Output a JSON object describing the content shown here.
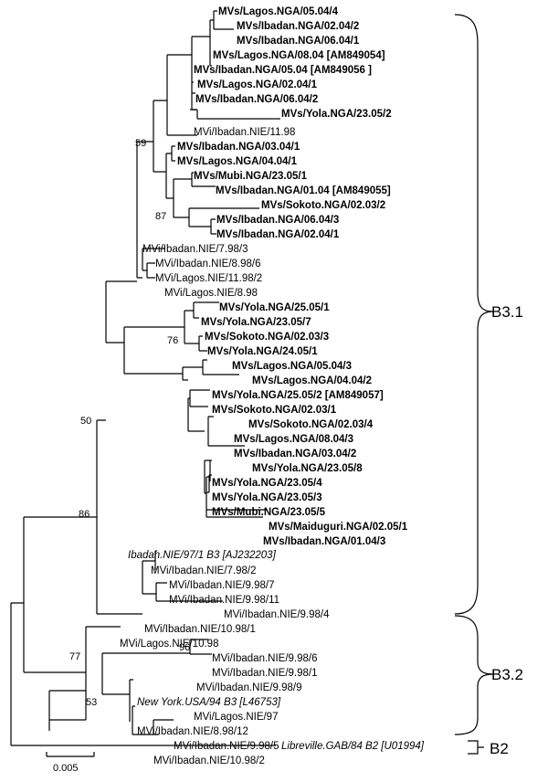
{
  "taxa": [
    {
      "label": "MVs/Lagos.NGA/05.04/4",
      "style": "bold"
    },
    {
      "label": "MVs/Ibadan.NGA/02.04/2",
      "style": "bold"
    },
    {
      "label": "MVs/Ibadan.NGA/06.04/1",
      "style": "bold"
    },
    {
      "label": "MVs/Lagos.NGA/08.04 [AM849054]",
      "style": "bold"
    },
    {
      "label": "MVs/Ibadan.NGA/05.04 [AM849056 ]",
      "style": "bold"
    },
    {
      "label": "MVs/Lagos.NGA/02.04/1",
      "style": "bold"
    },
    {
      "label": "MVs/Ibadan.NGA/06.04/2",
      "style": "bold"
    },
    {
      "label": "MVs/Yola.NGA/23.05/2",
      "style": "bold"
    },
    {
      "label": "MVi/Ibadan.NIE/11.98",
      "style": "normal"
    },
    {
      "label": "MVs/Ibadan.NGA/03.04/1",
      "style": "bold"
    },
    {
      "label": "MVs/Lagos.NGA/04.04/1",
      "style": "bold"
    },
    {
      "label": "MVs/Mubi.NGA/23.05/1",
      "style": "bold"
    },
    {
      "label": "MVs/Ibadan.NGA/01.04 [AM849055]",
      "style": "bold"
    },
    {
      "label": "MVs/Sokoto.NGA/02.03/2",
      "style": "bold"
    },
    {
      "label": "MVs/Ibadan.NGA/06.04/3",
      "style": "bold"
    },
    {
      "label": "MVs/Ibadan.NGA/02.04/1",
      "style": "bold"
    },
    {
      "label": "MVi/Ibadan.NIE/7.98/3",
      "style": "normal"
    },
    {
      "label": "MVi/Ibadan.NIE/8.98/6",
      "style": "normal"
    },
    {
      "label": "MVi/Lagos.NIE/11.98/2",
      "style": "normal"
    },
    {
      "label": "MVi/Lagos.NIE/8.98",
      "style": "normal"
    },
    {
      "label": "MVs/Yola.NGA/25.05/1",
      "style": "bold"
    },
    {
      "label": "MVs/Yola.NGA/23.05/7",
      "style": "bold"
    },
    {
      "label": "MVs/Sokoto.NGA/02.03/3",
      "style": "bold"
    },
    {
      "label": "MVs/Yola.NGA/24.05/1",
      "style": "bold"
    },
    {
      "label": "MVs/Lagos.NGA/05.04/3",
      "style": "bold"
    },
    {
      "label": "MVs/Lagos.NGA/04.04/2",
      "style": "bold"
    },
    {
      "label": "MVs/Yola.NGA/25.05/2 [AM849057]",
      "style": "bold"
    },
    {
      "label": "MVs/Sokoto.NGA/02.03/1",
      "style": "bold"
    },
    {
      "label": "MVs/Sokoto.NGA/02.03/4",
      "style": "bold"
    },
    {
      "label": "MVs/Lagos.NGA/08.04/3",
      "style": "bold"
    },
    {
      "label": "MVs/Ibadan.NGA/03.04/2",
      "style": "bold"
    },
    {
      "label": "MVs/Yola.NGA/23.05/8",
      "style": "bold"
    },
    {
      "label": "MVs/Yola.NGA/23.05/4",
      "style": "bold"
    },
    {
      "label": "MVs/Yola.NGA/23.05/3",
      "style": "bold"
    },
    {
      "label": "MVs/Mubi.NGA/23.05/5",
      "style": "bold"
    },
    {
      "label": "MVs/Maiduguri.NGA/02.05/1",
      "style": "bold"
    },
    {
      "label": "MVs/Ibadan.NGA/01.04/3",
      "style": "bold"
    },
    {
      "label": "Ibadan.NIE/97/1 B3 [AJ232203]",
      "style": "italic"
    },
    {
      "label": "MVi/Ibadan.NIE/7.98/2",
      "style": "normal"
    },
    {
      "label": "MVi/Ibadan.NIE/9.98/7",
      "style": "normal"
    },
    {
      "label": "MVi/Ibadan.NIE/9.98/11",
      "style": "normal"
    },
    {
      "label": "MVi/Ibadan.NIE/9.98/4",
      "style": "normal"
    },
    {
      "label": "MVi/Ibadan.NIE/10.98/1",
      "style": "normal"
    },
    {
      "label": "MVi/Lagos.NIE/10.98",
      "style": "normal"
    },
    {
      "label": "MVi/Ibadan.NIE/9.98/6",
      "style": "normal"
    },
    {
      "label": "MVi/Ibadan.NIE/9.98/1",
      "style": "normal"
    },
    {
      "label": "MVi/Ibadan.NIE/9.98/9",
      "style": "normal"
    },
    {
      "label": "New York.USA/94 B3 [L46753]",
      "style": "italic"
    },
    {
      "label": "MVi/Lagos.NIE/97",
      "style": "normal"
    },
    {
      "label": "MVi/Ibadan.NIE/8.98/12",
      "style": "normal"
    },
    {
      "label": "MVi/Ibadan.NIE/9.98/5",
      "style": "normal"
    },
    {
      "label": "MVi/Ibadan.NIE/10.98/2",
      "style": "normal"
    },
    {
      "label": "Libreville.GAB/84 B2 [U01994]",
      "style": "italic"
    }
  ],
  "bootstrap": [
    "59",
    "87",
    "76",
    "50",
    "86",
    "96",
    "77",
    "53"
  ],
  "clades": {
    "b31": "B3.1",
    "b32": "B3.2",
    "b2": "B2"
  },
  "scale_bar": {
    "label": "0.005"
  }
}
